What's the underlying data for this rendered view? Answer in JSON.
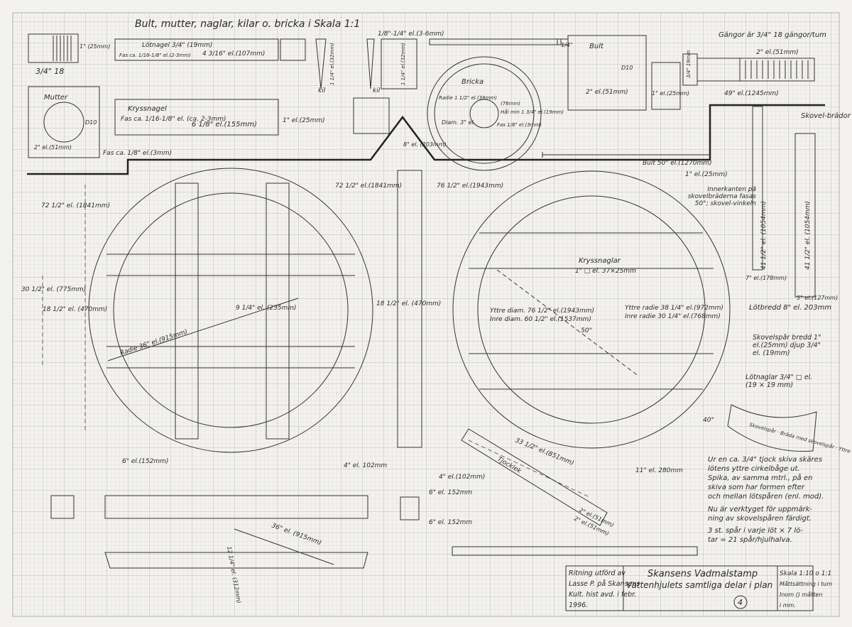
{
  "title": "Bult, mutter, naglar, kilar o. bricka  i  Skala 1:1",
  "colors": {
    "paper": "#f4f2ee",
    "grid_minor": "#c9cdd0",
    "grid_major": "#a9afb3",
    "ink": "#2a2a2a"
  },
  "top_labels": {
    "thread": "3/4\" 18",
    "dim_25": "1\" (25mm)",
    "latnagel": "Lötnagel 3/4\" (19mm)",
    "fas1": "Fas ca. 1/16-1/8\" el.(2-3mm)",
    "len_107": "4 3/16\" el.(107mm)",
    "mutter": "Mutter",
    "d10": "D10",
    "mutter_w": "2\" el.(51mm)",
    "fas3": "Fas ca. 1/8\" el.(3mm)",
    "kryssnagel": "Kryssnagel",
    "fas2": "Fas ca. 1/16-1/8\" el. (ca. 2-3mm)",
    "len_155": "6 1/8\" el.(155mm)",
    "dim_25b": "1\" el.(25mm)",
    "kil1": "kil",
    "kil2": "kil",
    "kil_h": "1 1/4\" el.(32mm)",
    "kil_h2": "1 1/4\" el.(32mm)",
    "kil_t": "1/8\"-1/4\" el.(3-6mm)",
    "bricka": "Bricka",
    "bricka_r": "Radie 1 1/2\" el.(38mm)",
    "bricka_d": "Diam. 3\" el.",
    "bricka_76": "(76mm)",
    "bricka_hal": "Hål min 1 3/4\" el.(19mm)",
    "bricka_fas": "Fas 1/8\" el.(3mm)",
    "bult": "Bult",
    "bult_d10": "D10",
    "bult_w": "2\" el.(51mm)",
    "bult_25": "1\" el.(25mm)",
    "gangor": "Gängor är 3/4\" 18 gängor/tum",
    "gang_2": "2\" el.(51mm)",
    "bult_49": "49\" el.(1245mm)",
    "bult_19": "3/4\" 19mm",
    "dim_quarter": "1/4\""
  },
  "left_wheel": {
    "d_1841": "72 1/2\" el. (1841mm)",
    "d_775": "30 1/2\" el. (775mm)",
    "d_470": "18 1/2\" el. (470mm)",
    "radie": "Radie 36\" el.(915mm)",
    "r_235": "9 1/4\" el. (235mm)",
    "d_152": "6\" el.(152mm)",
    "top_1841": "72 1/2\" el.(1841mm)",
    "h_470": "18 1/2\" el. (470mm)",
    "s_8": "8\" el. (203mm)",
    "s_102": "4\" el. 102mm"
  },
  "left_bottom": {
    "h_312": "12 1/4\" el. (312mm)",
    "l_915": "36\" el. (915mm)"
  },
  "right_wheel": {
    "top_1943": "76 1/2\" el.(1943mm)",
    "kryssnaglar": "Kryssnaglar",
    "kryss_dim": "1\" □ el. 37×25mm",
    "yttre_diam": "Yttre diam. 76 1/2\" el.(1943mm)",
    "inre_diam": "Inre diam. 60 1/2\" el.(1537mm)",
    "yttre_radie": "Yttre radie 38 1/4\" el.(972mm)",
    "inre_radie": "Inre radie 30 1/4\" el.(768mm)",
    "angle_50": "50°",
    "angle_40": "40°",
    "d_851": "33 1/2\" el.(851mm)",
    "tjocklek": "Tjocklek",
    "d_280": "11\" el. 280mm",
    "d_51a": "2\" el.(51mm)",
    "d_51b": "2\" el.(51mm)",
    "s_102": "4\" el.(102mm)",
    "s_152a": "6\" el. 152mm",
    "s_152b": "6\" el. 152mm"
  },
  "right_notes": {
    "bult50": "Bult 50\" el.(1270mm)",
    "b_25": "1\" el.(25mm)",
    "skovel": "Skovel-brädor",
    "innerkanten": "Innerkanten på skovelbräderna fasas 50°; skovel-vinkeln",
    "h_1054a": "41 1/2\" el. (1054mm)",
    "h_1054b": "41 1/2\" el. (1054mm)",
    "w_178": "7\" el.(178mm)",
    "w_127": "5\" el.(127mm)",
    "lotbredd": "Lötbredd 8\" el. 203mm",
    "skovelspar": "Skovelspår bredd 1\" el.(25mm) djup 3/4\" el. (19mm)",
    "latnaglar": "Lötnaglar 3/4\" □ el. (19 × 19 mm)",
    "mall": "Skovelspår · Bräda med skovelspår · Yttre cirkelbåge",
    "note1": [
      "Ur en ca. 3/4\" tjock skiva skäres",
      "lötens yttre cirkelbåge ut.",
      "Spika, av samma mtrl., på en",
      "skiva som har formen efter",
      "och mellan lötspåren (enl. mod)."
    ],
    "note2": [
      "Nu är verktyget för uppmärk-",
      "ning av skovelspåren färdigt."
    ],
    "note3": [
      "3 st. spår i varje löt × 7 lö-",
      "tar = 21 spår/hjulhalva."
    ]
  },
  "title_block": {
    "author": [
      "Ritning utförd av",
      "Lasse P. på Skansens",
      "Kult. hist avd. i febr.",
      "1996."
    ],
    "project": "Skansens Vadmalstamp",
    "subtitle": "Vattenhjulets samtliga delar i plan",
    "scale": [
      "Skala 1:10 o 1:1",
      "Måttsättning i tum",
      "Inom () måtten",
      "i mm."
    ],
    "sheet_number": "4"
  }
}
